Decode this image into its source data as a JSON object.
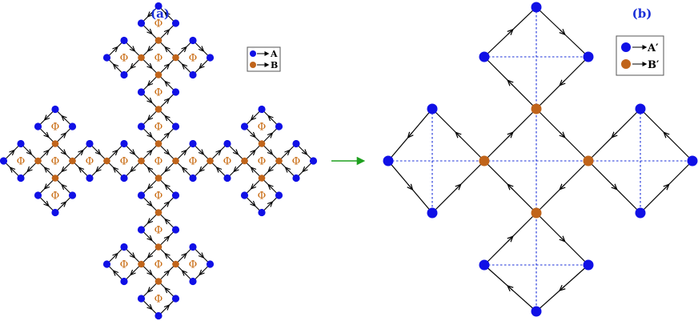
{
  "panels": {
    "a": {
      "label": "(a)"
    },
    "b": {
      "label": "(b)"
    }
  },
  "legend_a": [
    {
      "site": "A",
      "color": "#1010e6"
    },
    {
      "site": "B",
      "color": "#c0641a"
    }
  ],
  "legend_b": [
    {
      "site": "A′",
      "color": "#1010e6"
    },
    {
      "site": "B′",
      "color": "#c0641a"
    }
  ],
  "flux_symbol": "Φ",
  "colors": {
    "site_a": "#1010e6",
    "site_b": "#c0641a",
    "bond": "#000000",
    "dashed_bond": "#1a2fd8",
    "flux": "#c86a10",
    "transform_arrow": "#1ea01e"
  }
}
